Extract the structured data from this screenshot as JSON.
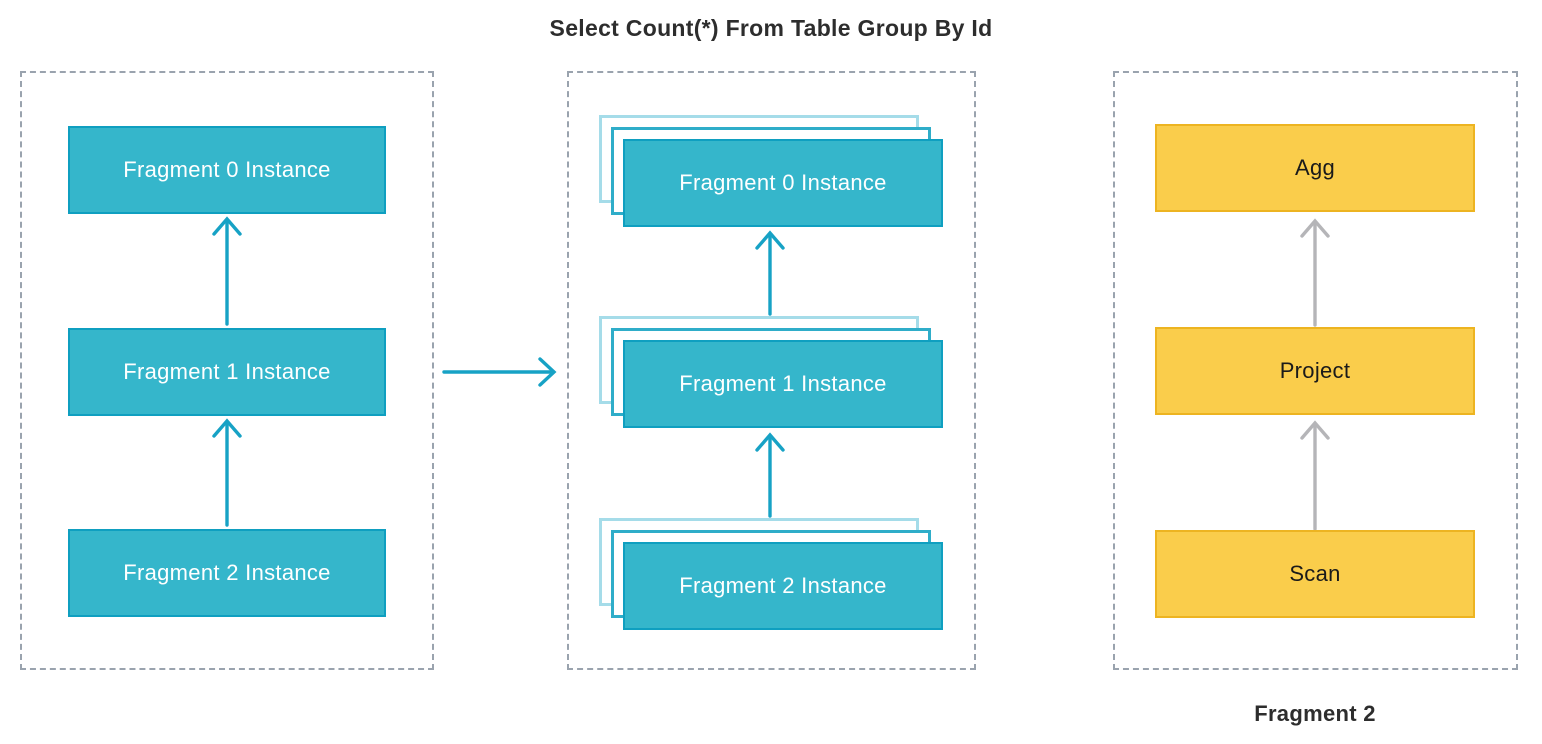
{
  "title": "Select Count(*) From Table Group By Id",
  "panels": {
    "left": {
      "boxes": [
        "Fragment 0 Instance",
        "Fragment 1 Instance",
        "Fragment 2 Instance"
      ]
    },
    "middle": {
      "boxes": [
        "Fragment 0 Instance",
        "Fragment 1 Instance",
        "Fragment 2 Instance"
      ]
    },
    "right": {
      "boxes": [
        "Agg",
        "Project",
        "Scan"
      ],
      "caption": "Fragment 2"
    }
  },
  "colors": {
    "teal_fill": "#35b6cb",
    "teal_border": "#0f9fc0",
    "teal_arrow": "#17a2c5",
    "stack_mid_border": "#2fadc9",
    "stack_back_border": "#a5dce9",
    "yellow_fill": "#facd4b",
    "yellow_border": "#edb421",
    "gray_arrow": "#b5b5b8",
    "panel_border": "#9aa3ae",
    "title_text": "#2d2d2d",
    "box_text_light": "#ffffff",
    "box_text_dark": "#1a1a1a"
  }
}
